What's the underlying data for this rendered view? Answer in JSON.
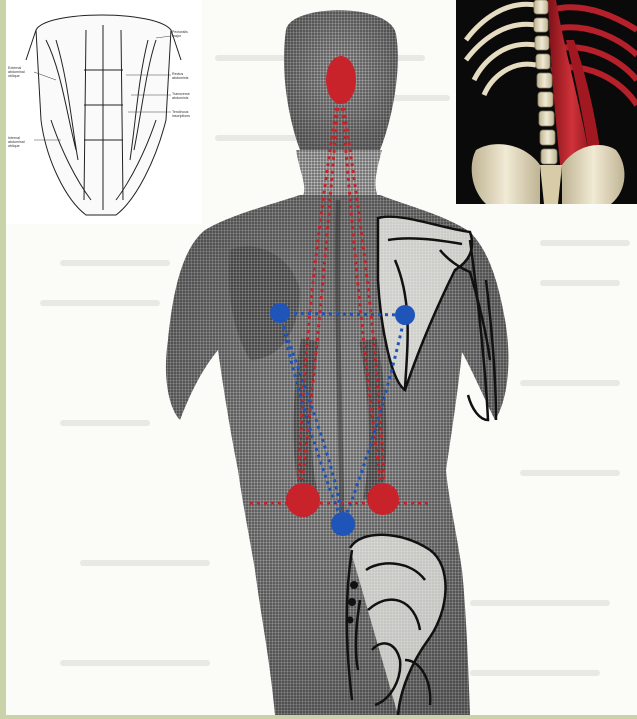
{
  "inset_abdomen": {
    "labels": {
      "external_oblique": "External\nabdominal\noblique",
      "pectoralis_major": "Pectoralis\nmajor",
      "rectus_abdominis": "Rectus\nabdominis",
      "transverse_abdominis": "Transverse\nabdominis",
      "internal_oblique": "Internal\nabdominal\noblique",
      "tendinous_inscriptions": "Tendinous\ninscriptions"
    }
  },
  "colors": {
    "trigger_red": "#c8232b",
    "trigger_blue": "#1f55b8",
    "skin_shade": "#3a3a3a",
    "muscle_red": "#b5202a",
    "bone": "#e6dcc2"
  }
}
